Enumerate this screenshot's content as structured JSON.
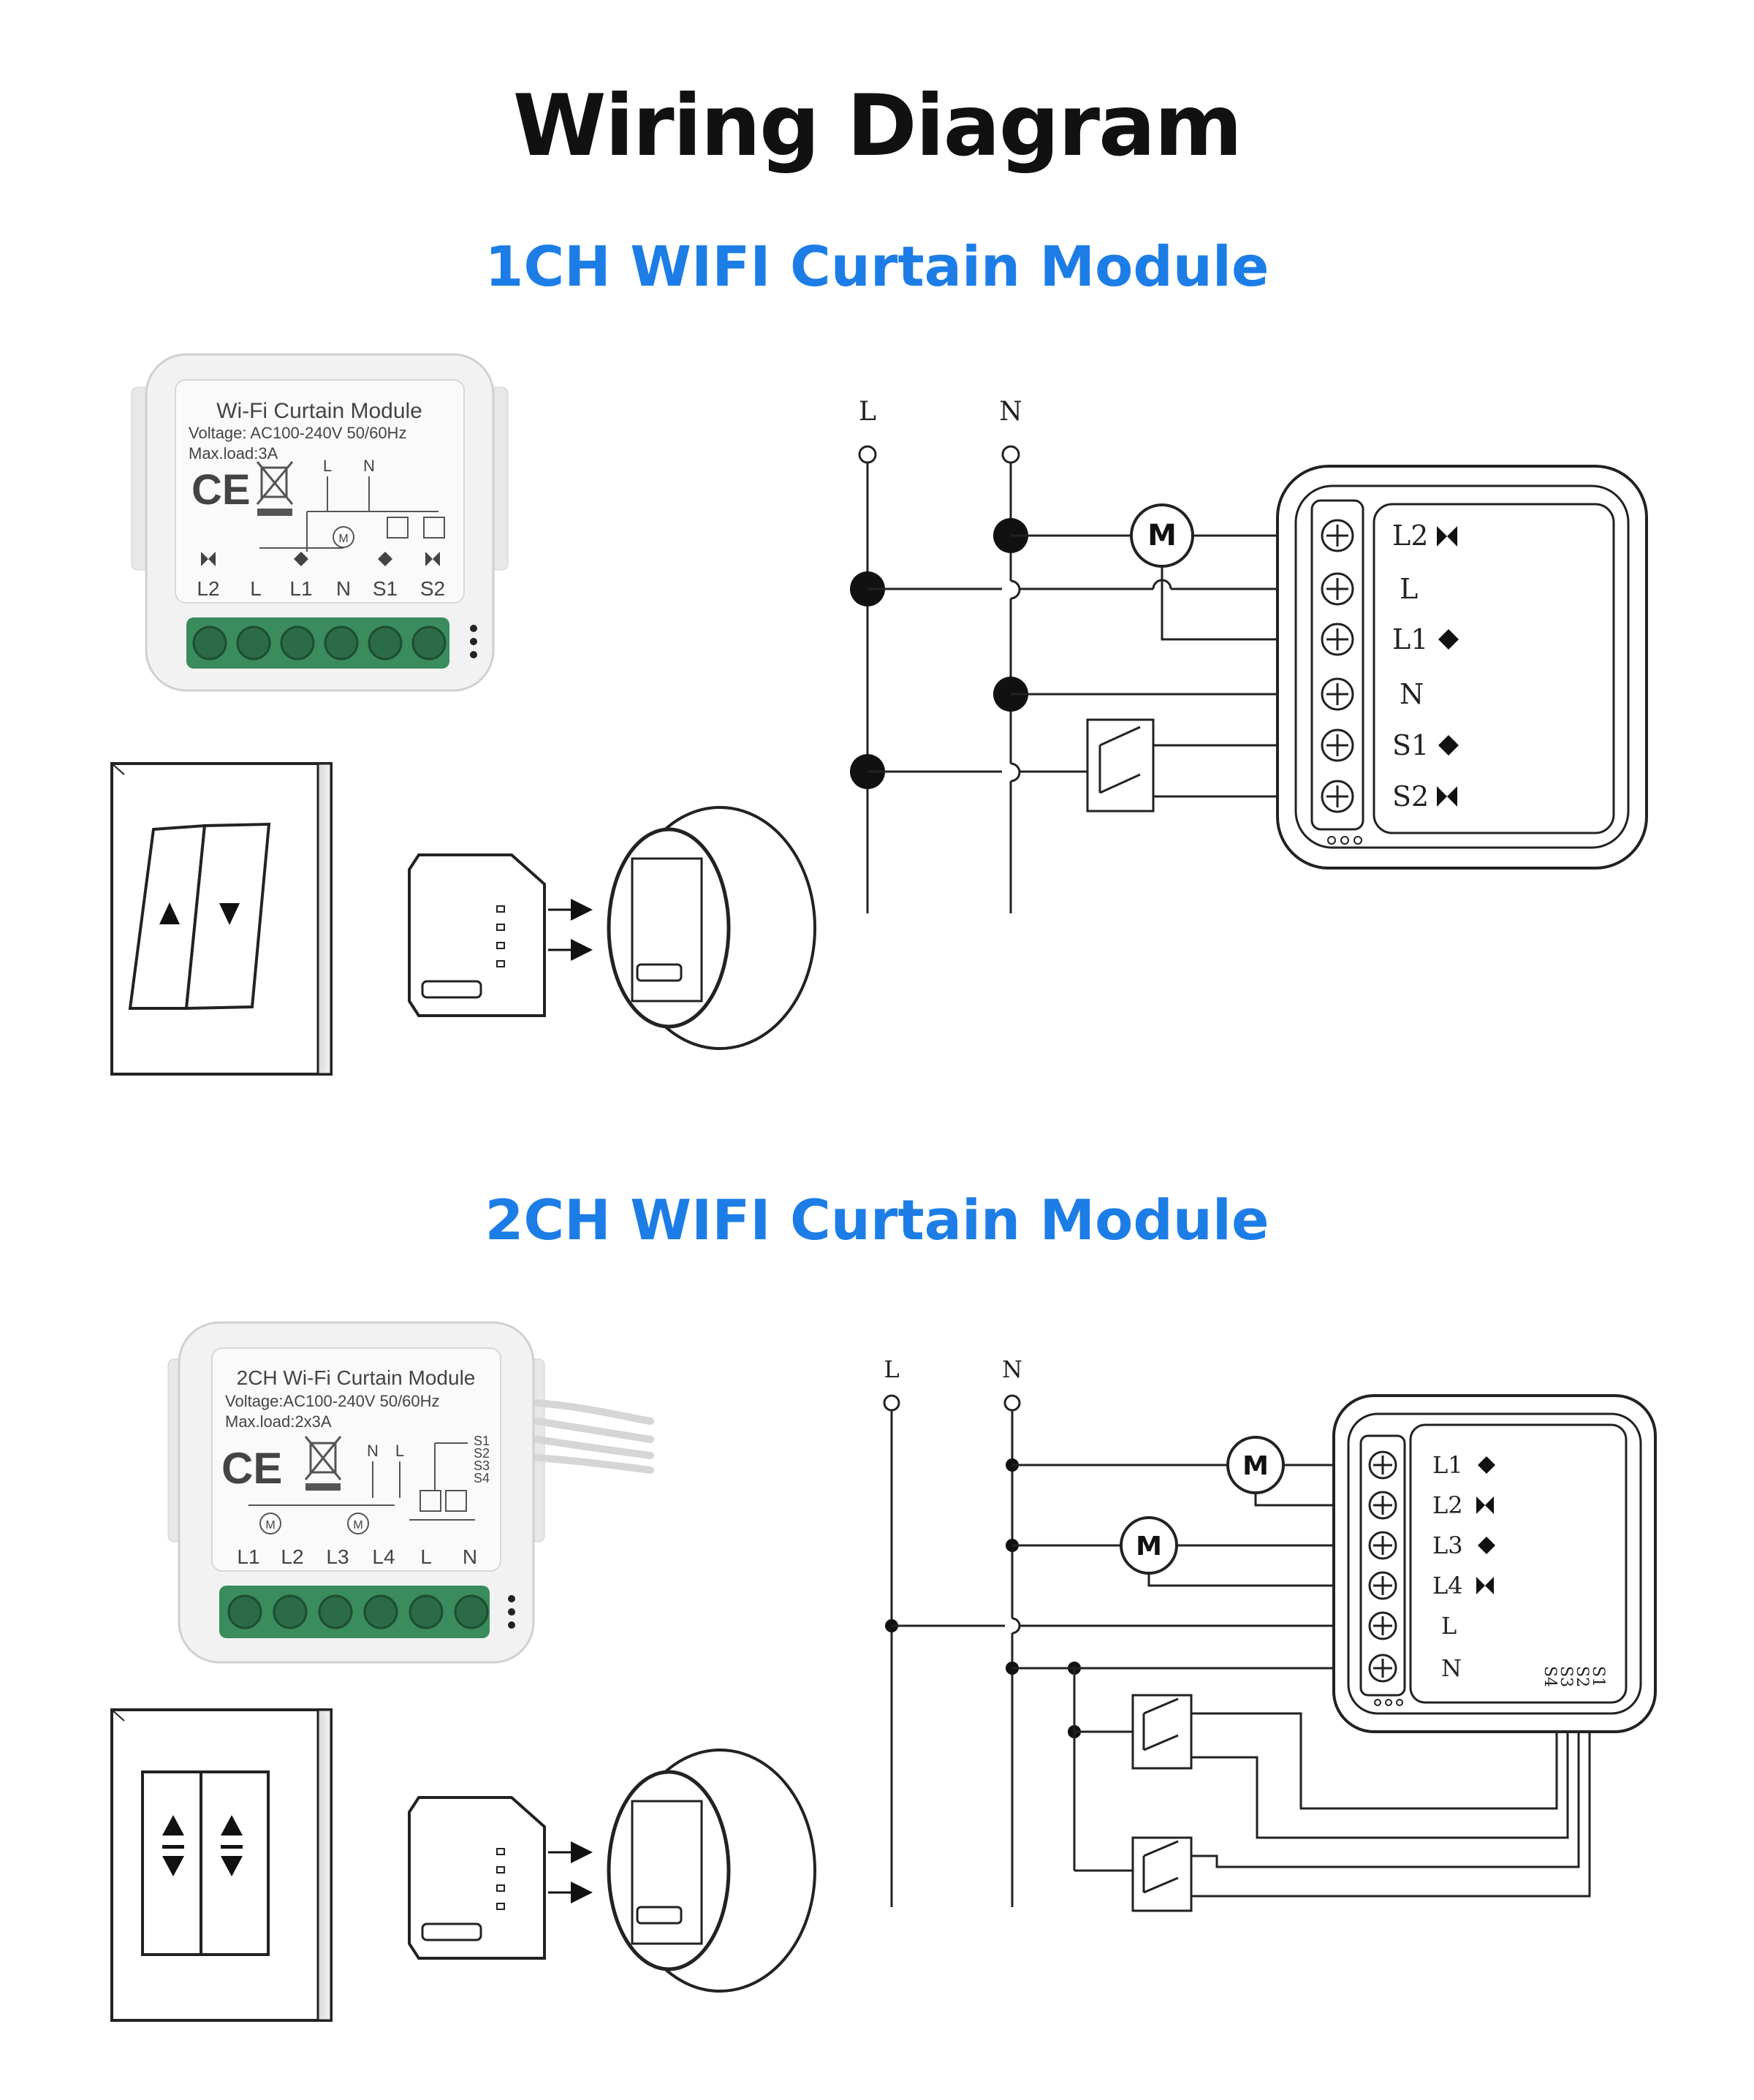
{
  "title": "Wiring Diagram",
  "section1": {
    "heading": "1CH WIFI Curtain Module",
    "module": {
      "name": "Wi-Fi Curtain Module",
      "voltage": "Voltage: AC100-240V 50/60Hz",
      "maxload": "Max.load:3A",
      "ce": "CE",
      "top_labels": [
        "L",
        "N"
      ],
      "motor": "M",
      "terminals": [
        "L2",
        "L",
        "L1",
        "N",
        "S1",
        "S2"
      ]
    },
    "schematic": {
      "lines": [
        "L",
        "N"
      ],
      "motor": "M",
      "terminals": [
        "L2",
        "L",
        "L1",
        "N",
        "S1",
        "S2"
      ]
    }
  },
  "section2": {
    "heading": "2CH WIFI Curtain Module",
    "module": {
      "name": "2CH Wi-Fi Curtain Module",
      "voltage": "Voltage:AC100-240V 50/60Hz",
      "maxload": "Max.load:2x3A",
      "ce": "CE",
      "top_labels": [
        "N",
        "L"
      ],
      "side_labels": [
        "S1",
        "S2",
        "S3",
        "S4"
      ],
      "motor": "M",
      "terminals": [
        "L1",
        "L2",
        "L3",
        "L4",
        "L",
        "N"
      ]
    },
    "schematic": {
      "lines": [
        "L",
        "N"
      ],
      "motor": "M",
      "terminals": [
        "L1",
        "L2",
        "L3",
        "L4",
        "L",
        "N"
      ],
      "side_labels": [
        "S1",
        "S2",
        "S3",
        "S4"
      ]
    }
  }
}
